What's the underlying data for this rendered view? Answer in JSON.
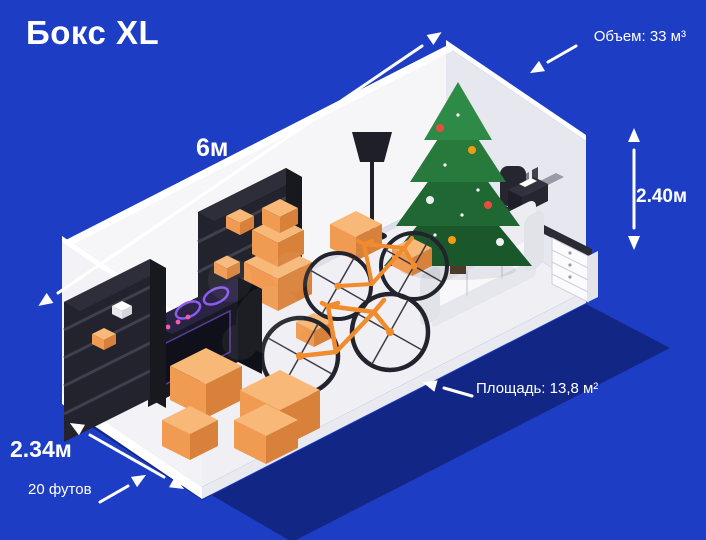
{
  "title": "Бокс XL",
  "dimensions": {
    "length": "6м",
    "width": "2.34м",
    "height": "2.40м",
    "volume": "Объем: 33 м³",
    "area": "Площадь: 13,8 м²",
    "container_type": "20 футов"
  },
  "colors": {
    "background": "#1d3dc4",
    "text": "#ffffff",
    "wall_light": "#f6f6f9",
    "wall_shade": "#e7e7ef",
    "floor": "#efeff4",
    "box_top": "#f8b878",
    "box_left": "#f09a52",
    "box_right": "#d8813a",
    "bike_frame": "#f08c2e",
    "tree_green": "#27793c",
    "furniture_dark": "#23232e",
    "shadow": "rgba(8,15,72,0.5)"
  },
  "scene": {
    "description": "isometric 20-foot storage container interior with stored belongings",
    "objects": [
      "shelving-rack",
      "shelving-rack-2",
      "kitchen-stove",
      "cardboard-boxes",
      "bicycle",
      "bicycle-2",
      "christmas-tree",
      "floor-lamp",
      "sofa",
      "desk",
      "office-chair",
      "wall-shelf",
      "printer"
    ]
  }
}
